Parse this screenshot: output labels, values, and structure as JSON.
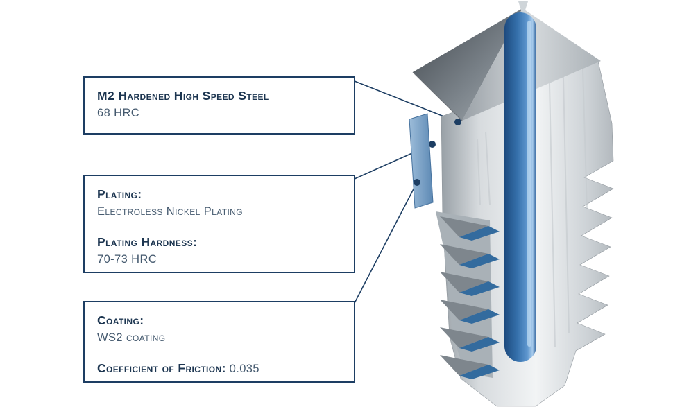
{
  "callouts": {
    "material": {
      "title": "M2 Hardened High Speed Steel",
      "value": "68 HRC"
    },
    "plating": {
      "label": "Plating:",
      "value": "Electroless Nickel Plating",
      "hardness_label": "Plating Hardness:",
      "hardness_value": "70-73 HRC"
    },
    "coating": {
      "label": "Coating:",
      "value": "WS2 coating",
      "friction_label": "Coefficient of Friction:",
      "friction_value": "0.035"
    }
  },
  "colors": {
    "accent": "#1d3e63",
    "bore_blue": "#2f6aa5",
    "plating_blue": "#7ea7cc",
    "steel_light": "#eef0f2",
    "steel_dark": "#8d959b"
  }
}
